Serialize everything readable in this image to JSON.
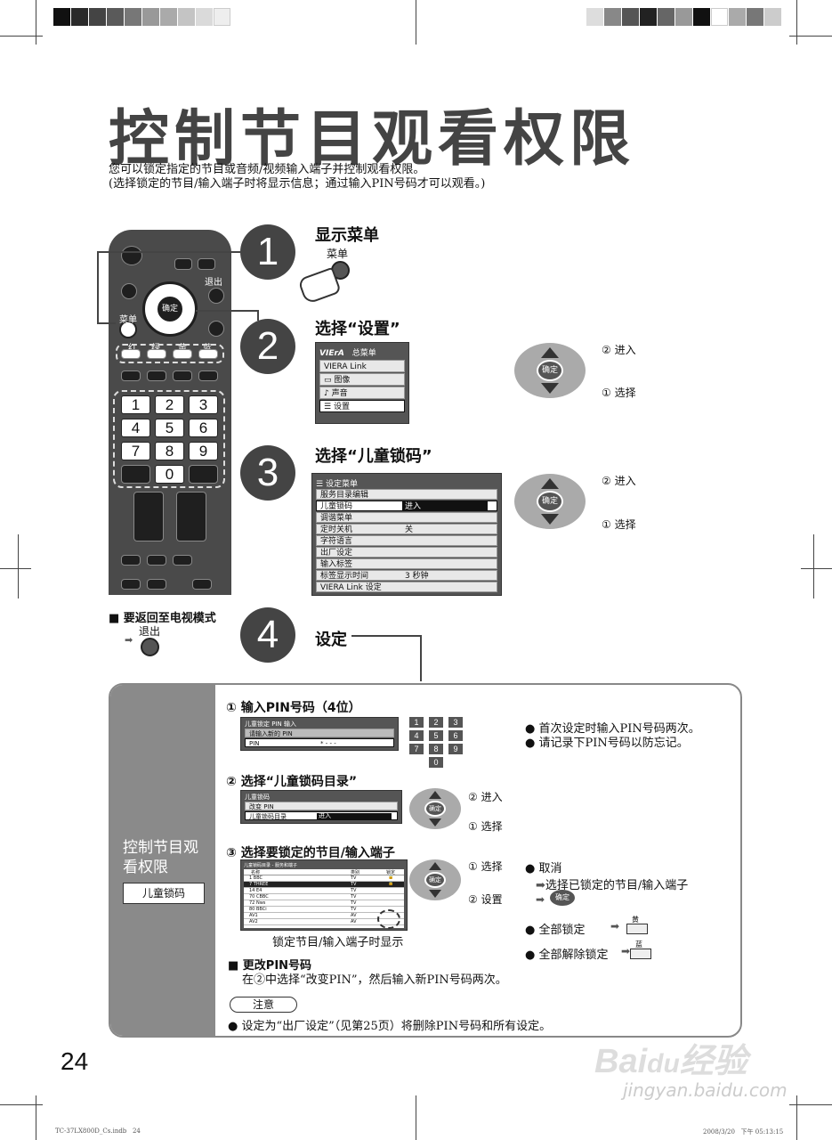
{
  "page": {
    "title": "控制节目观看权限",
    "intro_line1": "您可以锁定指定的节目或音频/视频输入端子并控制观看权限。",
    "intro_line2": "(选择锁定的节目/输入端子时将显示信息；通过输入PIN号码才可以观看。)",
    "page_number": "24",
    "footer_left": "TC-37LX800D_Cs.indb   24",
    "footer_right": "2008/3/20   下午 05:13:15",
    "watermark_url": "jingyan.baidu.com"
  },
  "remote": {
    "exit": "退出",
    "ok": "确定",
    "menu": "菜单",
    "colors": [
      "红",
      "绿",
      "黄",
      "蓝"
    ],
    "keys": [
      "1",
      "2",
      "3",
      "4",
      "5",
      "6",
      "7",
      "8",
      "9",
      "0"
    ]
  },
  "steps": [
    {
      "num": "1",
      "title": "显示菜单",
      "button": "菜单"
    },
    {
      "num": "2",
      "title": "选择“设置”"
    },
    {
      "num": "3",
      "title": "选择“儿童锁码”"
    },
    {
      "num": "4",
      "title": "设定"
    }
  ],
  "dpad": {
    "ok": "确定",
    "enter": "② 进入",
    "select": "① 选择"
  },
  "main_menu": {
    "header_logo": "VIErA",
    "header": "总菜单",
    "items": [
      "VIERA Link",
      "图像",
      "声音",
      "设置"
    ]
  },
  "setup_menu": {
    "header": "设定菜单",
    "items": [
      {
        "label": "服务目录编辑",
        "value": ""
      },
      {
        "label": "儿童锁码",
        "value": "进入"
      },
      {
        "label": "调谐菜单",
        "value": ""
      },
      {
        "label": "定时关机",
        "value": "关"
      },
      {
        "label": "字符语言",
        "value": ""
      },
      {
        "label": "出厂设定",
        "value": ""
      },
      {
        "label": "输入标签",
        "value": ""
      },
      {
        "label": "标签显示时间",
        "value": "3 秒钟"
      },
      {
        "label": "VIERA Link 设定",
        "value": ""
      }
    ]
  },
  "return_tv": {
    "label": "■ 要返回至电视模式",
    "button": "退出"
  },
  "panel": {
    "side_title": "控制节目观看权限",
    "side_tag": "儿童锁码",
    "sub1": {
      "title": "① 输入PIN号码（4位）",
      "box_title": "儿童锁定 PIN 输入",
      "box_prompt": "请输入新的 PIN",
      "box_field": "PIN",
      "box_value": "* - - -",
      "notes": [
        "● 首次设定时输入PIN号码两次。",
        "● 请记录下PIN号码以防忘记。"
      ]
    },
    "sub2": {
      "title": "② 选择“儿童锁码目录”",
      "box_title": "儿童锁码",
      "items": [
        "改变 PIN",
        "儿童锁码目录"
      ],
      "value": "进入",
      "enter": "② 进入",
      "select": "① 选择"
    },
    "sub3": {
      "title": "③ 选择要锁定的节目/输入端子",
      "table_title": "儿童锁码目录 - 服务和端子",
      "columns": [
        "名称",
        "类别",
        "锁定"
      ],
      "rows": [
        {
          "name": "1 BBC",
          "type": "TV",
          "lock": true
        },
        {
          "name": "7 THREE",
          "type": "TV",
          "lock": true
        },
        {
          "name": "14 E4",
          "type": "TV",
          "lock": false
        },
        {
          "name": "70 CBBC",
          "type": "TV",
          "lock": false
        },
        {
          "name": "72 Nws",
          "type": "TV",
          "lock": false
        },
        {
          "name": "80 BBCi",
          "type": "TV",
          "lock": false
        },
        {
          "name": "AV1",
          "type": "AV",
          "lock": false
        },
        {
          "name": "AV2",
          "type": "AV",
          "lock": false
        }
      ],
      "caption": "锁定节目/输入端子时显示",
      "select": "① 选择",
      "set": "② 设置",
      "cancel": "● 取消",
      "cancel_detail": "选择已锁定的节目/输入端子",
      "lock_all": "● 全部锁定",
      "unlock_all": "● 全部解除锁定",
      "yellow": "黄",
      "blue": "蓝"
    },
    "change_pin_title": "■ 更改PIN号码",
    "change_pin_text": "在②中选择“改变PIN”，然后输入新PIN号码两次。",
    "note_label": "注意",
    "note_text": "● 设定为“出厂设定”（见第25页）将删除PIN号码和所有设定。"
  }
}
